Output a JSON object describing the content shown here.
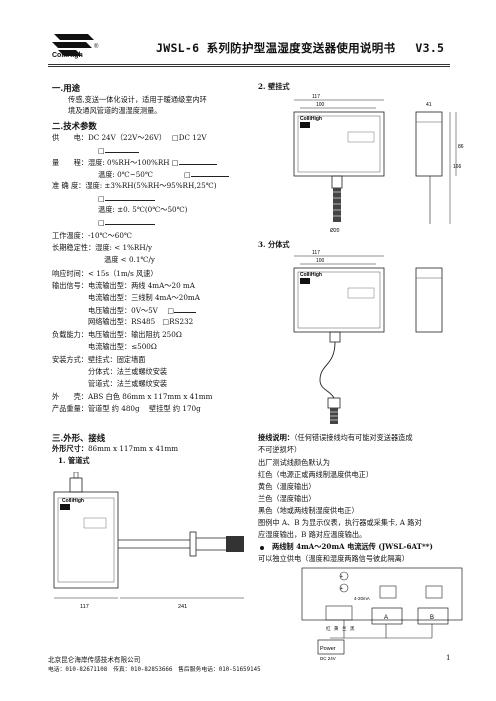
{
  "header": {
    "title": "JWSL-6 系列防护型温湿度变送器使用说明书",
    "version": "V3.5",
    "logo_text": "ColliHigh"
  },
  "sec1": {
    "heading": "一.用途",
    "line1": "传感,变送一体化设计，适用于暖通级室内环",
    "line2": "境及通风管道的温湿度测量。"
  },
  "sec2": {
    "heading": "二.技术参数",
    "rows": [
      "供　　电：DC 24V（22V～26V）　  □DC 12V",
      "□",
      "量　　程：湿度: 0%RH～100%RH  □",
      "温度: 0℃~50℃　　　　  □",
      "准 确 度：湿度: ±3%RH(5%RH～95%RH,25℃)",
      "□",
      "温度: ±0. 5℃(0℃～50℃)",
      "□",
      "工作温度：-10℃～60℃",
      "长期稳定性：湿度: < 1%RH/y",
      "温度 < 0.1℃/y",
      "响应时间：< 15s（1m/s 风速）",
      "输出信号：电流输出型：两线 4mA～20 mA",
      "电流输出型：三线制 4mA～20mA",
      "电压输出型：0V～5V　 □",
      "网络输出型：RS485　□RS232",
      "负载能力：电压输出型：输出阻抗 250Ω",
      "电流输出型：≤500Ω",
      "安装方式：壁挂式：固定墙面",
      "分体式：法兰或螺纹安装",
      "管道式：法兰或螺纹安装",
      "外　　壳：ABS 白色 86mm x 117mm x 41mm",
      "产品重量：管道型 约 480g　 壁挂型 约 170g"
    ]
  },
  "sec3": {
    "heading": "三.外形、接线",
    "size_label": "外形尺寸：",
    "size_value": "86mm x 117mm x 41mm",
    "sub1": "1.  管道式",
    "sub2": "2.  壁挂式",
    "sub3": "3.  分体式"
  },
  "wiring": {
    "heading": "接线说明：",
    "heading_note": "（任何错误接线均有可能对变送器造成",
    "note2": "不可逆损坏）",
    "l1": "出厂测试线颜色默认为",
    "l2": "红色（电源正或两线制温度供电正）",
    "l3": "黄色（温度输出）",
    "l4": "兰色（湿度输出）",
    "l5": "黑色（地或两线制湿度供电正）",
    "l6": "图例中 A、B 为显示仪表，执行器或采集卡, A 路对",
    "l7": "应湿度输出，B 路对应温度输出。",
    "bullet_title": "两线制 4mA～20mA 电流远传 (JWSL-6AT**)",
    "bullet_desc": "可以独立供电（温度和湿度两路信号彼此隔离）"
  },
  "diagrams": {
    "dim_117": "117",
    "dim_100": "100",
    "dim_241": "241",
    "dim_86": "86",
    "dim_41": "41",
    "dim_166": "166",
    "dim_phi": "Ø20",
    "brand": "ColliHigh",
    "circuit_label_a": "A",
    "circuit_label_b": "B",
    "circuit_power": "Power",
    "circuit_dc": "DC 24V",
    "circuit_ma": "4-20mA",
    "terminals": [
      "红",
      "黄",
      "兰",
      "黑"
    ]
  },
  "footer": {
    "company": "北京昆仑海岸传感技术有限公司",
    "contact": "电话：010-82671108　传真：010-82853666　售后服务电话：010-51659145",
    "page": "1"
  }
}
